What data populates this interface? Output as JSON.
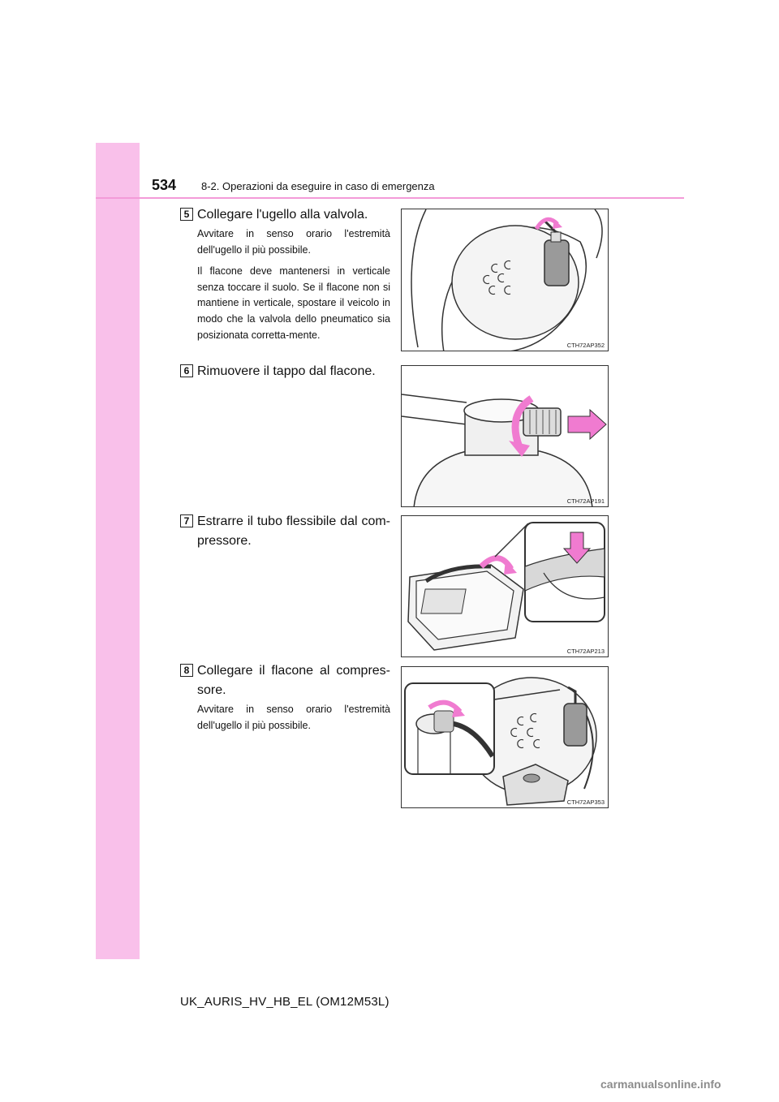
{
  "header": {
    "page_number": "534",
    "section_title": "8-2. Operazioni da eseguire in caso di emergenza"
  },
  "steps": [
    {
      "number": "5",
      "title": "Collegare l'ugello alla valvola.",
      "paragraphs": [
        "Avvitare in senso orario l'estremità dell'ugello il più possibile.",
        "Il flacone deve mantenersi in verticale senza toccare il suolo. Se il flacone non si mantiene in verticale, spostare il veicolo in modo che la valvola dello pneumatico sia posizionata corretta-mente."
      ],
      "figure_code": "CTH72AP352"
    },
    {
      "number": "6",
      "title": "Rimuovere il tappo dal flacone.",
      "paragraphs": [],
      "figure_code": "CTH72AP191"
    },
    {
      "number": "7",
      "title": "Estrarre il tubo flessibile dal com-pressore.",
      "paragraphs": [],
      "figure_code": "CTH72AP213"
    },
    {
      "number": "8",
      "title": "Collegare il flacone al compres-sore.",
      "paragraphs": [
        "Avvitare in senso orario l'estremità dell'ugello il più possibile."
      ],
      "figure_code": "CTH72AP353"
    }
  ],
  "footer": {
    "model_code": "UK_AURIS_HV_HB_EL (OM12M53L)"
  },
  "watermark": "carmanualsonline.info",
  "colors": {
    "sidebar": "#f9c0ea",
    "rule": "#f39bd8",
    "arrow": "#f07bd0"
  }
}
